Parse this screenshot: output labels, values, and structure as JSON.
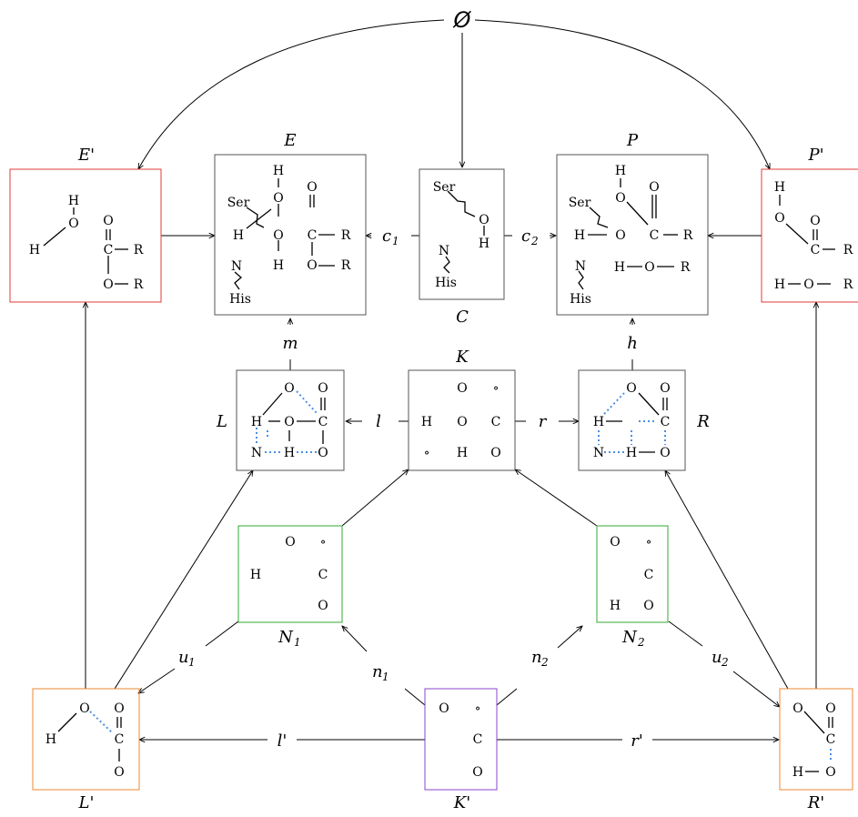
{
  "colors": {
    "neutral": "#555555",
    "red": "#e23b3b",
    "green": "#33aa33",
    "orange": "#ee8833",
    "purple": "#8844cc",
    "hbond": "#4a90e2"
  },
  "atoms": {
    "H": "H",
    "O": "O",
    "C": "C",
    "N": "N",
    "R": "R",
    "ser": "Ser",
    "his": "His",
    "ring": "∘"
  },
  "labels": {
    "empty": "Ø",
    "E": "E",
    "E_prime": "E'",
    "P": "P",
    "P_prime": "P'",
    "C": "C",
    "K": "K",
    "K_prime": "K'",
    "L": "L",
    "L_prime": "L'",
    "R": "R",
    "R_prime": "R'",
    "N1": "N",
    "N1_sub": "1",
    "N2": "N",
    "N2_sub": "2"
  },
  "arrows": {
    "c1": "c",
    "c1_sub": "1",
    "c2": "c",
    "c2_sub": "2",
    "m": "m",
    "h": "h",
    "l": "l",
    "r": "r",
    "l_prime": "l'",
    "r_prime": "r'",
    "u1": "u",
    "u1_sub": "1",
    "u2": "u",
    "u2_sub": "2",
    "n1": "n",
    "n1_sub": "1",
    "n2": "n",
    "n2_sub": "2"
  }
}
